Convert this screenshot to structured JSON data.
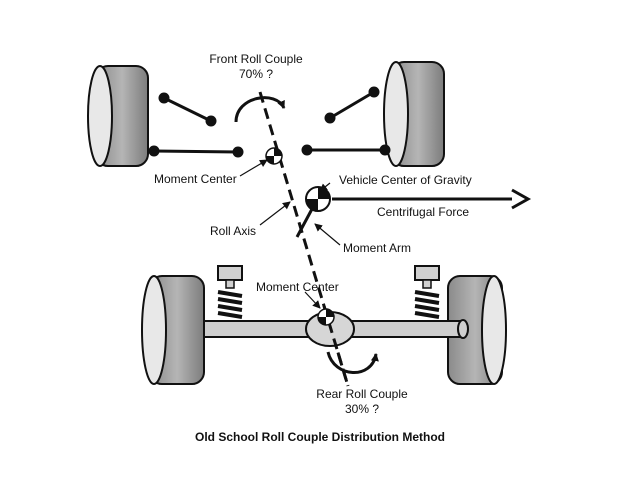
{
  "labels": {
    "front_roll_couple_title": "Front Roll Couple",
    "front_roll_couple_value": "70% ?",
    "moment_center_front": "Moment Center",
    "vehicle_cg": "Vehicle Center of Gravity",
    "centrifugal_force": "Centrifugal Force",
    "roll_axis": "Roll Axis",
    "moment_arm": "Moment Arm",
    "moment_center_rear": "Moment Center",
    "rear_roll_couple_title": "Rear Roll Couple",
    "rear_roll_couple_value": "30% ?"
  },
  "caption": "Old School Roll Couple Distribution Method"
}
